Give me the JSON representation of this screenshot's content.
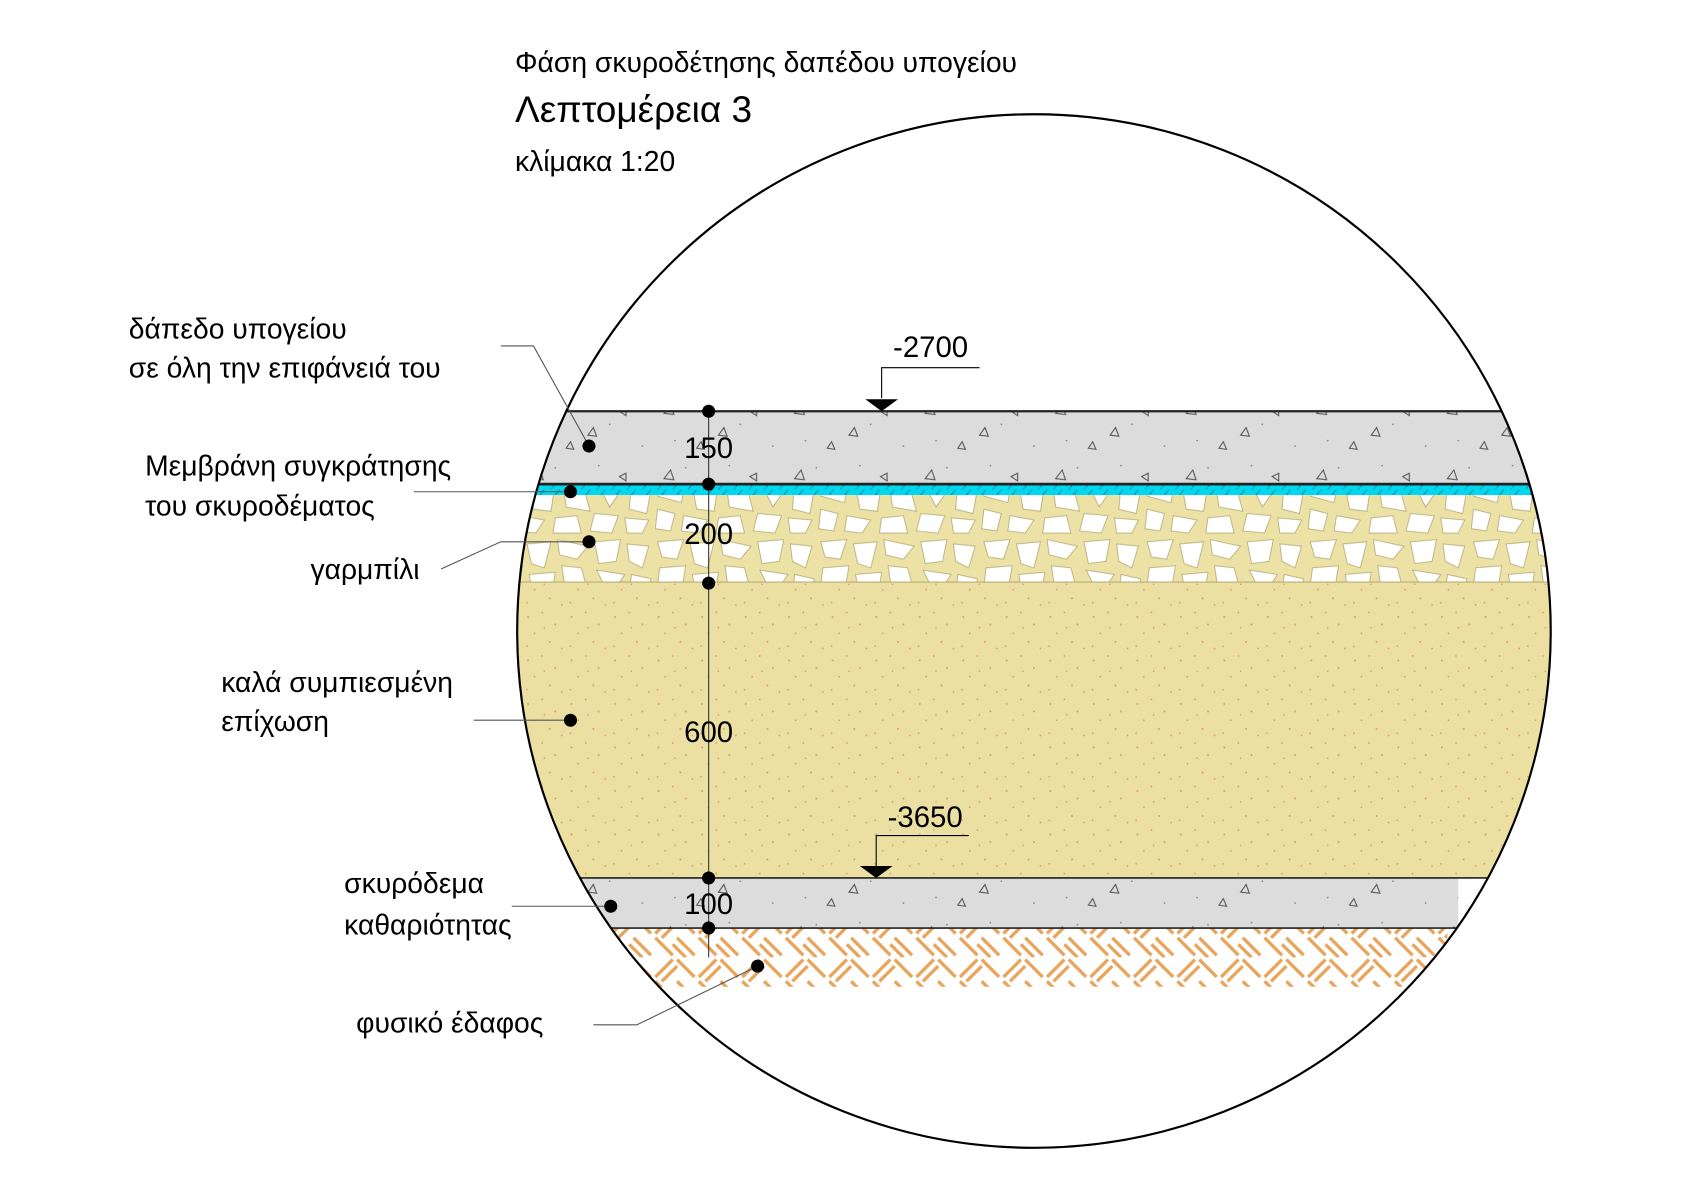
{
  "title": {
    "line1": "Φάση σκυροδέτησης δαπέδου υπογείου",
    "line2": "Λεπτομέρεια 3",
    "scale": "κλίμακα 1:20"
  },
  "levels": {
    "top": "-2700",
    "bottom": "-3650"
  },
  "dimensions": {
    "concrete_slab": "150",
    "gravel": "200",
    "fill": "600",
    "lean_concrete": "100"
  },
  "labels": {
    "slab_line1": "δάπεδο υπογείου",
    "slab_line2": "σε όλη την επιφάνειά του",
    "membrane_line1": "Μεμβράνη συγκράτησης",
    "membrane_line2": "του σκυροδέματος",
    "gravel": "γαρμπίλι",
    "fill_line1": "καλά συμπιεσμένη",
    "fill_line2": "επίχωση",
    "lean_line1": "σκυρόδεμα",
    "lean_line2": "καθαριότητας",
    "soil": "φυσικό έδαφος"
  },
  "colors": {
    "concrete": "#dcdcdc",
    "membrane": "#00d8f0",
    "gravel": "#ece2a6",
    "fill": "#ebdfa2",
    "soil_hatch": "#e8a45a"
  }
}
